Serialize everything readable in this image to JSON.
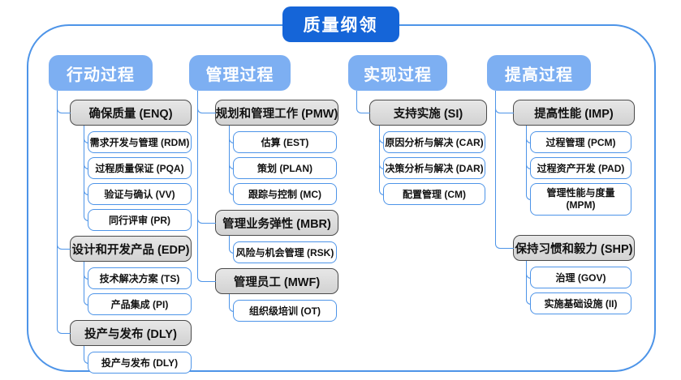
{
  "title": "质量纲领",
  "colors": {
    "title_blue": "#1565D8",
    "header_blue": "#7DAFF2",
    "line_blue": "#4D94E8",
    "group_fill": "#D9D9D9",
    "group_border": "#4A4A4A",
    "child_border": "#4D94E8"
  },
  "columns": [
    {
      "header": "行动过程",
      "groups": [
        {
          "label": "确保质量 (ENQ)",
          "children": [
            "需求开发与管理 (RDM)",
            "过程质量保证 (PQA)",
            "验证与确认 (VV)",
            "同行评审 (PR)"
          ]
        },
        {
          "label": "设计和开发产品 (EDP)",
          "children": [
            "技术解决方案 (TS)",
            "产品集成 (PI)"
          ]
        },
        {
          "label": "投产与发布 (DLY)",
          "children": [
            "投产与发布 (DLY)"
          ]
        }
      ]
    },
    {
      "header": "管理过程",
      "groups": [
        {
          "label": "规划和管理工作 (PMW)",
          "children": [
            "估算 (EST)",
            "策划 (PLAN)",
            "跟踪与控制 (MC)"
          ]
        },
        {
          "label": "管理业务弹性 (MBR)",
          "children": [
            "风险与机会管理 (RSK)"
          ]
        },
        {
          "label": "管理员工 (MWF)",
          "children": [
            "组织级培训 (OT)"
          ]
        }
      ]
    },
    {
      "header": "实现过程",
      "groups": [
        {
          "label": "支持实施 (SI)",
          "children": [
            "原因分析与解决 (CAR)",
            "决策分析与解决 (DAR)",
            "配置管理 (CM)"
          ]
        }
      ]
    },
    {
      "header": "提高过程",
      "groups": [
        {
          "label": "提高性能 (IMP)",
          "children": [
            "过程管理 (PCM)",
            "过程资产开发 (PAD)",
            "管理性能与度量 (MPM)"
          ]
        },
        {
          "label": "保持习惯和毅力 (SHP)",
          "children": [
            "治理 (GOV)",
            "实施基础设施 (II)"
          ]
        }
      ]
    }
  ]
}
